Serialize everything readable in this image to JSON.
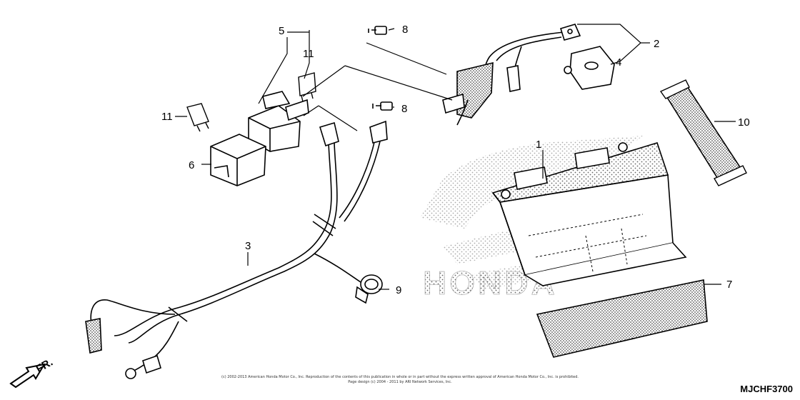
{
  "callouts": [
    "1",
    "2",
    "3",
    "4",
    "5",
    "6",
    "7",
    "8",
    "8",
    "9",
    "10",
    "11",
    "11"
  ],
  "watermark": "HONDA",
  "front_indicator": "FR.",
  "copyright_line1": "(c) 2002-2013 American Honda Motor Co., Inc. Reproduction of the contents of this publication in whole or in part without the express written approval of American Honda Motor Co., Inc. is prohibited.",
  "copyright_line2": "Page design (c) 2004 - 2011 by ARI Network Services, Inc.",
  "diagram_code": "MJCHF3700"
}
